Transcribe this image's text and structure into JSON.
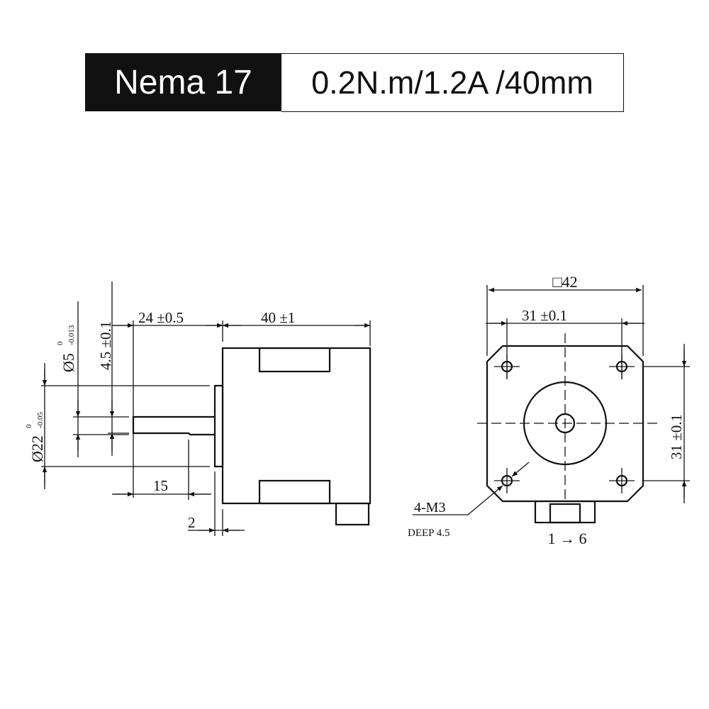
{
  "header": {
    "model": "Nema 17",
    "spec": "0.2N.m/1.2A /40mm"
  },
  "side_view": {
    "shaft_length": "24 ±0.5",
    "body_length": "40 ±1",
    "shaft_diameter": "Ø5",
    "shaft_tol_upper": "0",
    "shaft_tol_lower": "-0.013",
    "flat_depth": "4.5 ±0.1",
    "boss_diameter": "Ø22",
    "boss_tol_upper": "0",
    "boss_tol_lower": "-0.05",
    "flat_length": "15",
    "boss_height": "2"
  },
  "front_view": {
    "frame_size": "□42",
    "hole_spacing_h": "31 ±0.1",
    "hole_spacing_v": "31 ±0.1",
    "holes": "4-M3",
    "depth": "DEEP 4.5",
    "connector_pins": "1 → 6"
  }
}
